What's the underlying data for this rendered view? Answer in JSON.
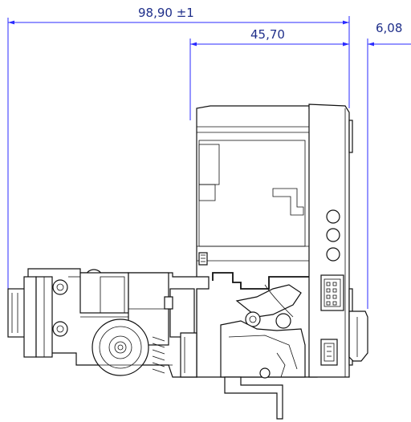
{
  "dimensions": {
    "overall": "98,90 ±1",
    "body_width": "45,70",
    "offset": "6,08"
  },
  "colors": {
    "dimension": "#2a2aff",
    "dimension_text": "#1f2f8a",
    "outline": "#111111",
    "background": "#ffffff"
  }
}
